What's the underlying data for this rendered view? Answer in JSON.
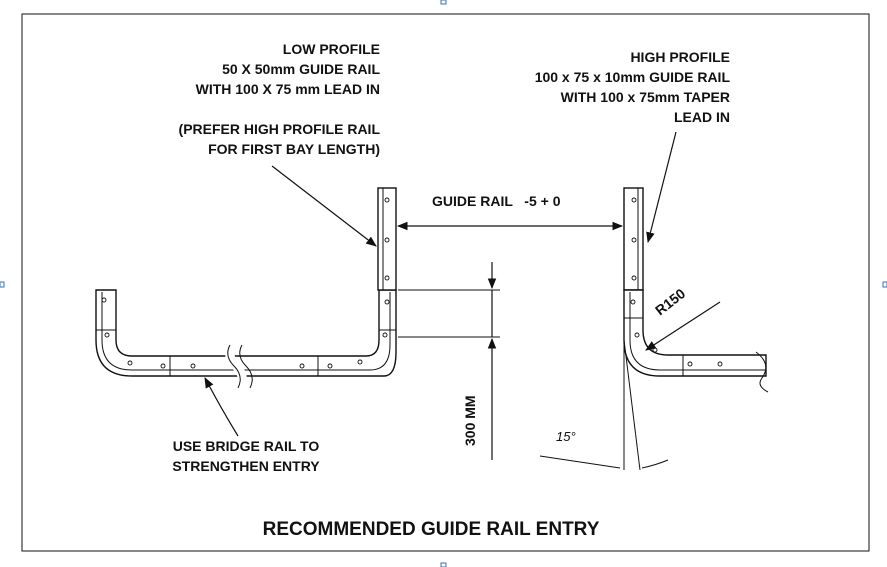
{
  "labels": {
    "low_profile": [
      "LOW PROFILE",
      "50 X 50mm GUIDE RAIL",
      "WITH 100 X 75 mm LEAD IN"
    ],
    "prefer": [
      "(PREFER HIGH PROFILE RAIL",
      "FOR FIRST BAY LENGTH)"
    ],
    "high_profile": [
      "HIGH PROFILE",
      "100 x 75 x 10mm GUIDE RAIL",
      "WITH 100 x 75mm TAPER",
      "LEAD IN"
    ],
    "guide_rail_dim": "GUIDE RAIL   -5 + 0",
    "radius": "R150",
    "height_dim": "300 MM",
    "angle": "15°",
    "bridge_rail": [
      "USE BRIDGE RAIL TO",
      "STRENGTHEN ENTRY"
    ],
    "title": "RECOMMENDED GUIDE RAIL ENTRY"
  },
  "colors": {
    "line": "#111111",
    "background": "#ffffff",
    "selection_handle": "#3b6fb6"
  }
}
